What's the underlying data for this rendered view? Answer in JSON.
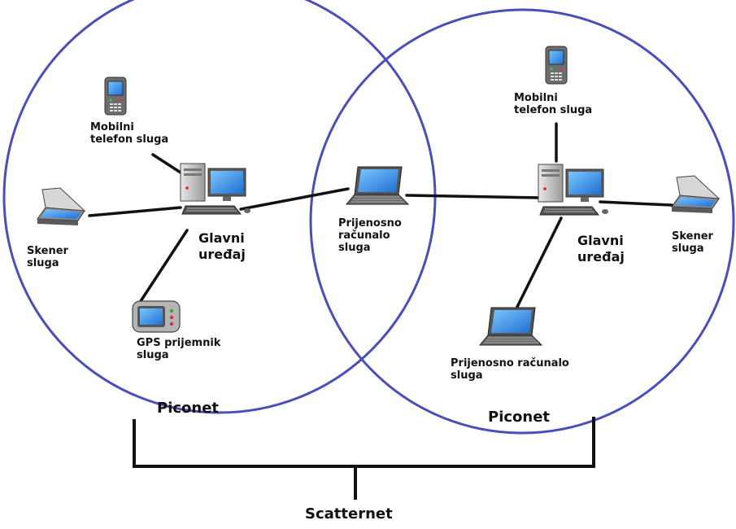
{
  "labels": {
    "left_phone": "Mobilni\ntelefon sluga",
    "left_scanner": "Skener\nsluga",
    "left_master": "Glavni\nuređaj",
    "left_gps": "GPS prijemnik\nsluga",
    "left_piconet": "Piconet",
    "shared_laptop": "Prijenosno\nračunalo\nsluga",
    "right_phone": "Mobilni\ntelefon sluga",
    "right_master": "Glavni\nuređaj",
    "right_scanner": "Skener\nsluga",
    "right_laptop": "Prijenosno računalo\nsluga",
    "right_piconet": "Piconet",
    "scatternet": "Scatternet"
  },
  "colors": {
    "circle": "#4a4fb8",
    "link": "#111111",
    "screen": "#2f8fe0",
    "case": "#c9c9c9"
  },
  "icons": [
    "mobile-phone-icon",
    "scanner-icon",
    "desktop-computer-icon",
    "laptop-icon",
    "gps-receiver-icon"
  ]
}
